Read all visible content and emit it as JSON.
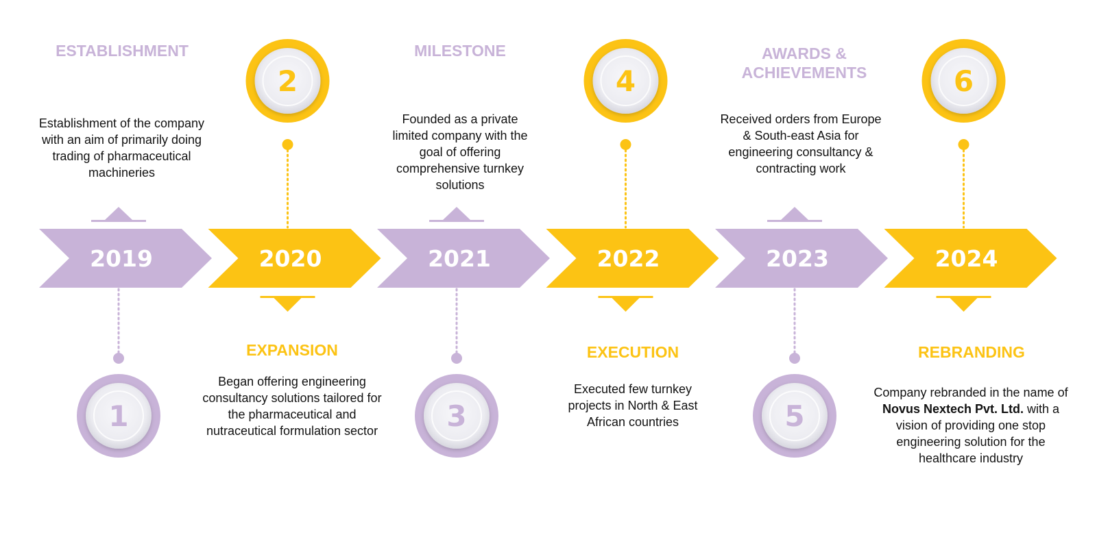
{
  "colors": {
    "purple": "#c8b3d8",
    "yellow": "#fcc314",
    "disc": "#eeeef3",
    "disc_edge": "#d9d9e2",
    "text": "#111111"
  },
  "milestones": [
    {
      "year": "2019",
      "number": "1",
      "title": "ESTABLISHMENT",
      "description": "Establishment of the company with an aim of primarily doing trading of pharmaceutical machineries",
      "color": "#c8b3d8",
      "icon": "number-disc-icon"
    },
    {
      "year": "2020",
      "number": "2",
      "title": "EXPANSION",
      "description": "Began offering engineering consultancy solutions tailored for the pharmaceutical and nutraceutical formulation sector",
      "color": "#fcc314",
      "icon": "number-disc-icon"
    },
    {
      "year": "2021",
      "number": "3",
      "title": "MILESTONE",
      "description": "Founded as a private limited company with the goal of offering comprehensive turnkey solutions",
      "color": "#c8b3d8",
      "icon": "number-disc-icon"
    },
    {
      "year": "2022",
      "number": "4",
      "title": "EXECUTION",
      "description": "Executed few turnkey projects in North & East African countries",
      "color": "#fcc314",
      "icon": "number-disc-icon"
    },
    {
      "year": "2023",
      "number": "5",
      "title": "AWARDS & ACHIEVEMENTS",
      "description": "Received orders from Europe & South-east Asia for engineering consultancy & contracting work",
      "color": "#c8b3d8",
      "icon": "number-disc-icon"
    },
    {
      "year": "2024",
      "number": "6",
      "title": "REBRANDING",
      "description_prefix": "Company rebranded in the name of",
      "description_bold": "Novus Nextech Pvt. Ltd.",
      "description_suffix": "with a vision of providing one stop engineering solution for the healthcare industry",
      "color": "#fcc314",
      "icon": "number-disc-icon"
    }
  ]
}
